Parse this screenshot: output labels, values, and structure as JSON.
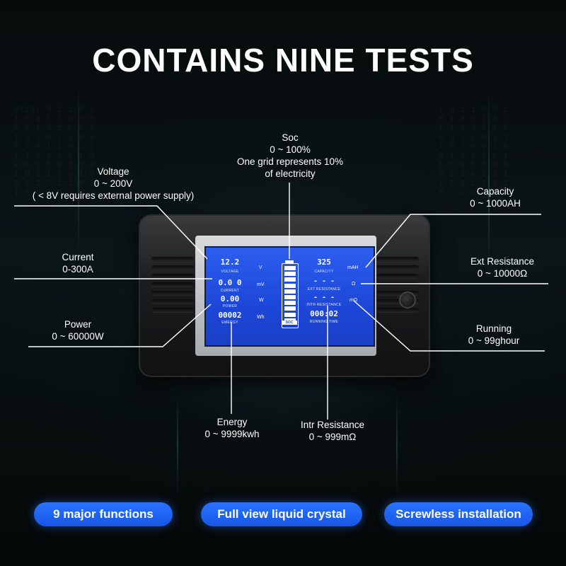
{
  "title": "CONTAINS NINE TESTS",
  "labels": {
    "soc": [
      "Soc",
      "0 ~ 100%",
      "One grid represents 10%",
      "of electricity"
    ],
    "voltage": [
      "Voltage",
      "0 ~ 200V",
      "( < 8V requires external power supply)"
    ],
    "current": [
      "Current",
      "0-300A"
    ],
    "power": [
      "Power",
      "0 ~ 60000W"
    ],
    "energy": [
      "Energy",
      "0 ~ 9999kwh"
    ],
    "intr_resistance": [
      "Intr Resistance",
      "0 ~ 999mΩ"
    ],
    "capacity": [
      "Capacity",
      "0 ~ 1000AH"
    ],
    "ext_resistance": [
      "Ext Resistance",
      "0 ~ 10000Ω"
    ],
    "running": [
      "Running",
      "0 ~ 99ghour"
    ]
  },
  "lcd": {
    "left": [
      {
        "value": "12.2",
        "caption": "VOLTAGE",
        "unit": "V"
      },
      {
        "value": "0.0 0",
        "caption": "CURRENT",
        "unit": "mV"
      },
      {
        "value": "0.00",
        "caption": "POWER",
        "unit": "W"
      },
      {
        "value": "00002",
        "caption": "EMERGY",
        "unit": "Wh"
      }
    ],
    "right": [
      {
        "value": "325",
        "caption": "CAPACITY",
        "unit": "mAH"
      },
      {
        "value": "- - -",
        "caption": "EXT RESISTANCE",
        "unit": "Ω"
      },
      {
        "value": "- - -",
        "caption": "INTR RESISTANCE",
        "unit": "mΩ"
      },
      {
        "value": "000:02",
        "caption": "RUNNING TIME",
        "unit": ""
      }
    ],
    "soc_label": "SOC",
    "soc_level": 1.0
  },
  "pills": [
    "9 major functions",
    "Full view liquid crystal",
    "Screwless installation"
  ],
  "colors": {
    "lcd": "#1d47d8",
    "pill": "#1f63f2",
    "text": "#ffffff"
  }
}
